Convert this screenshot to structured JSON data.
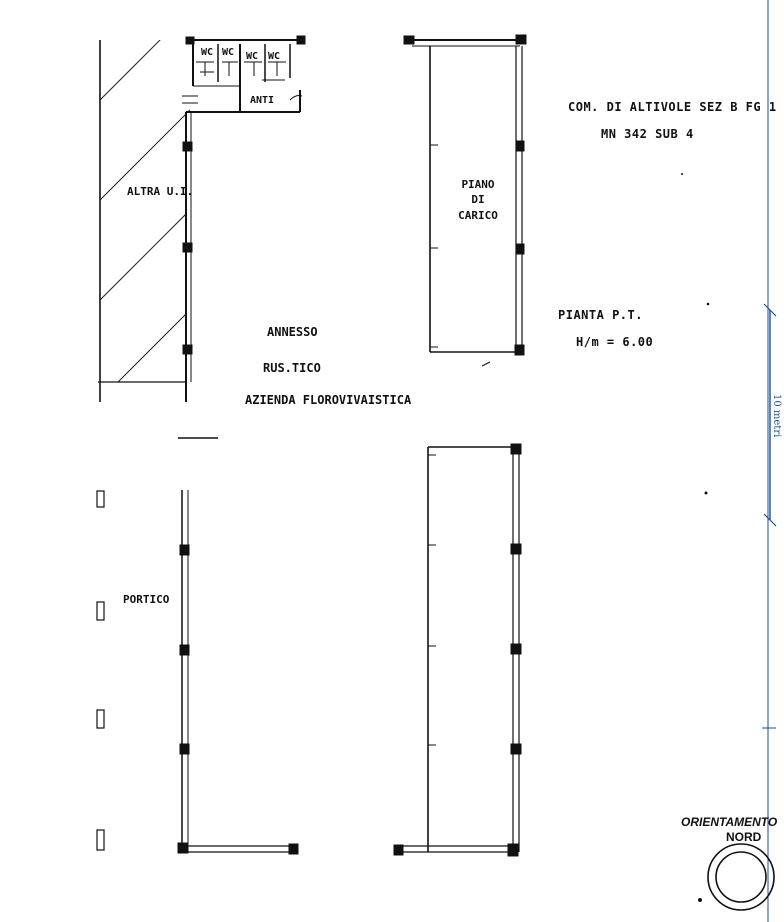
{
  "header": {
    "line1": "COM. DI ALTIVOLE SEZ B FG 1",
    "line2": "MN 342 SUB 4"
  },
  "plan_info": {
    "title": "PIANTA P.T.",
    "height": "H/m = 6.00"
  },
  "rooms": {
    "wc1": "WC",
    "wc2": "WC",
    "wc3": "WC",
    "wc4": "WC",
    "anti": "ANTI",
    "altra": "ALTRA U.I.",
    "piano_1": "PIANO",
    "piano_2": "DI",
    "piano_3": "CARICO",
    "annesso": "ANNESSO",
    "rustico": "RUS.TICO",
    "azienda": "AZIENDA FLOROVIVAISTICA",
    "portico": "PORTICO"
  },
  "scale": {
    "label": "10 metri"
  },
  "orientation": {
    "title": "ORIENTAMENTO",
    "north": "NORD"
  },
  "colors": {
    "ink": "#111111",
    "scale_blue": "#1f4e9a"
  }
}
